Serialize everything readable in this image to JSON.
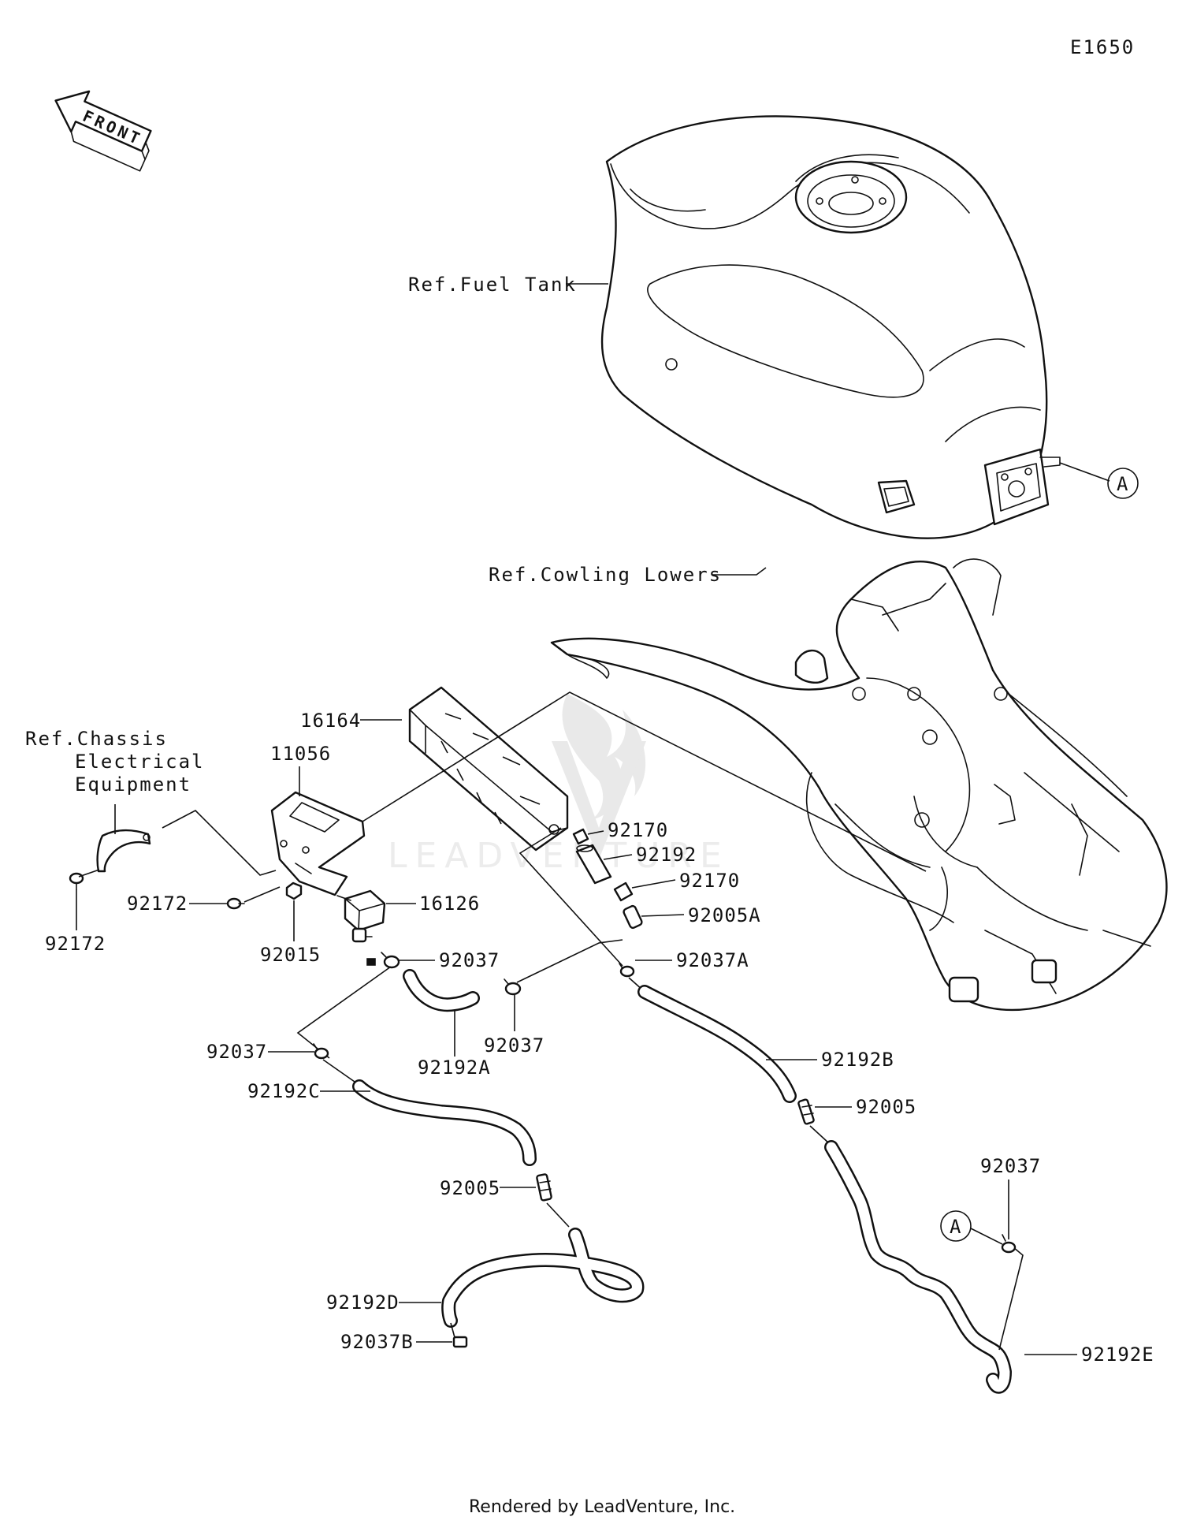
{
  "diagram_id": "E1650",
  "front_arrow": {
    "label": "FRONT"
  },
  "references": {
    "fuel_tank": "Ref.Fuel Tank",
    "cowling_lowers": "Ref.Cowling Lowers",
    "chassis_line1": "Ref.Chassis",
    "chassis_line2": "Electrical",
    "chassis_line3": "Equipment"
  },
  "connector_marker": "A",
  "watermark": "LEADVENTURE",
  "parts": {
    "p16164": "16164",
    "p11056": "11056",
    "p92172_a": "92172",
    "p92172_b": "92172",
    "p92015": "92015",
    "p16126": "16126",
    "p92170_a": "92170",
    "p92192": "92192",
    "p92170_b": "92170",
    "p92005A": "92005A",
    "p92037_a": "92037",
    "p92037A": "92037A",
    "p92037_b": "92037",
    "p92192A": "92192A",
    "p92037_c": "92037",
    "p92192B": "92192B",
    "p92192C": "92192C",
    "p92005_a": "92005",
    "p92005_b": "92005",
    "p92037_d": "92037",
    "p92192D": "92192D",
    "p92037B": "92037B",
    "p92192E": "92192E"
  },
  "footer": "Rendered by LeadVenture, Inc."
}
